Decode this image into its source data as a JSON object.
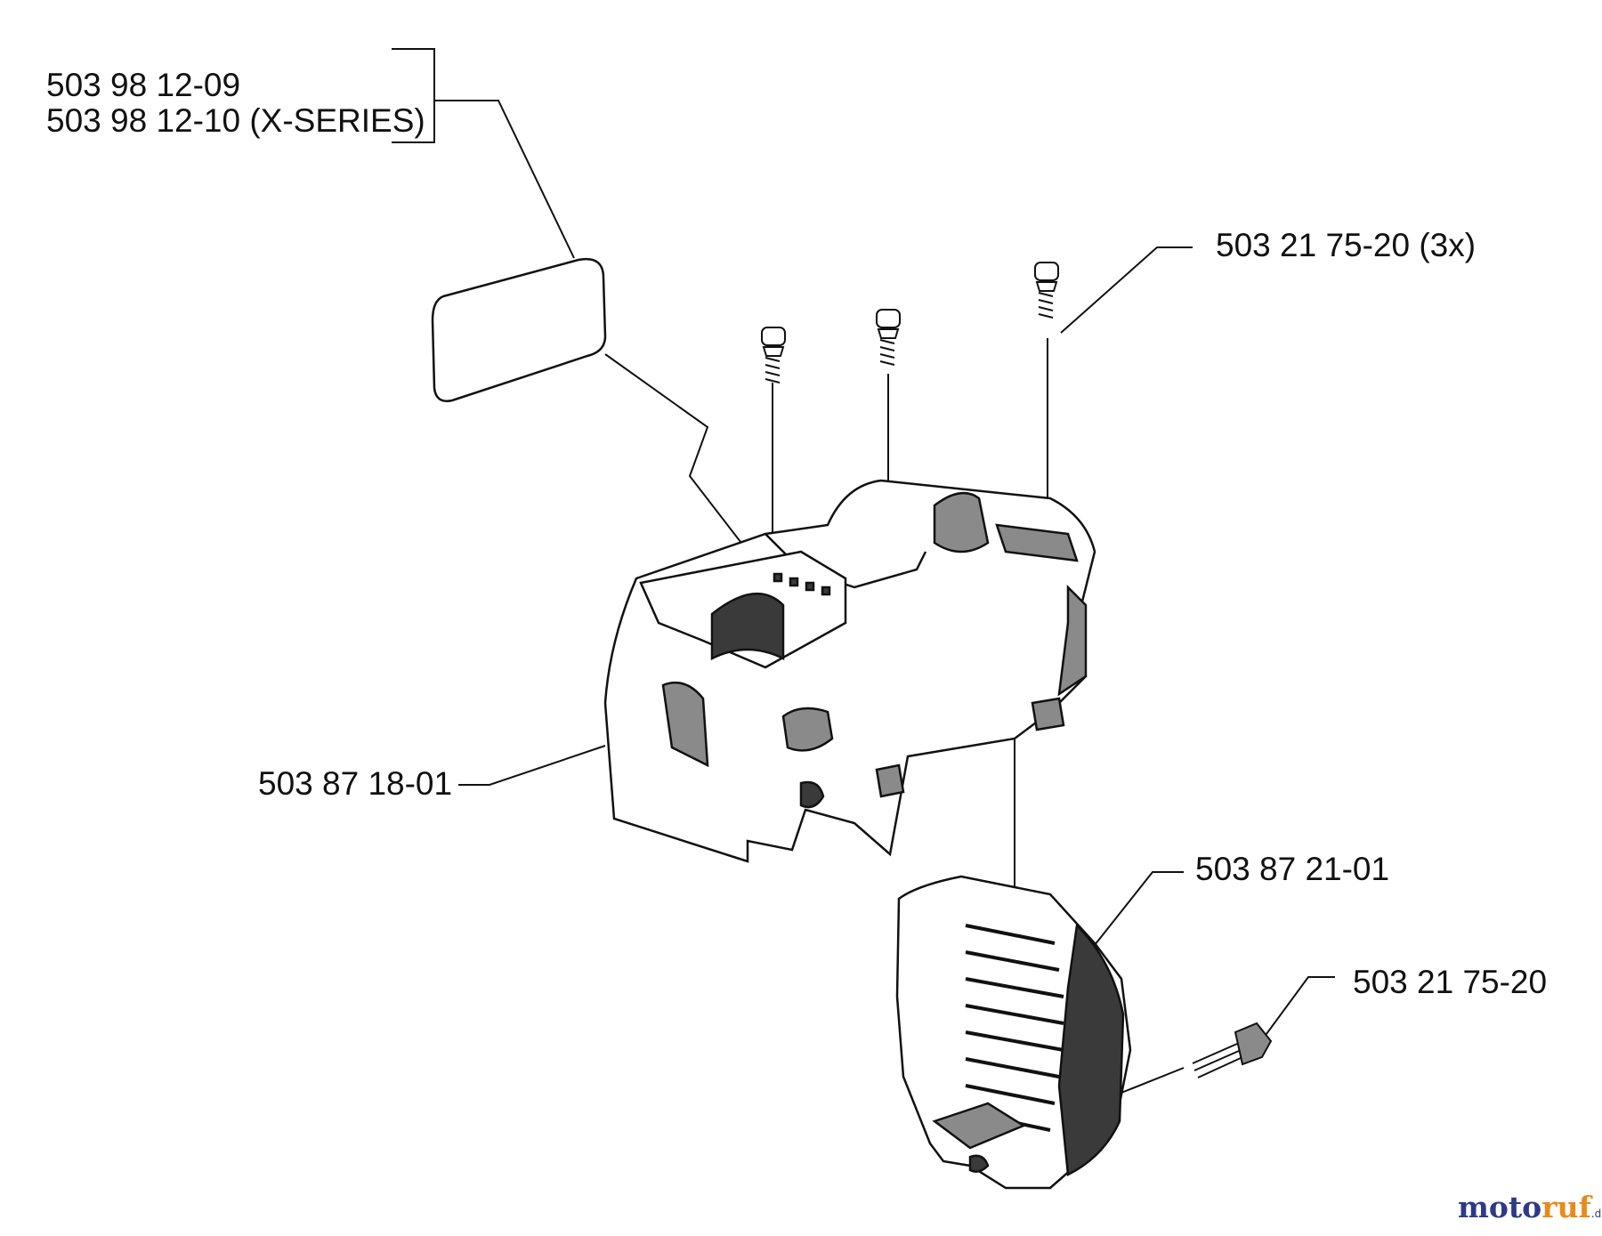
{
  "labels": {
    "label_1": "503 98 12-09",
    "label_2": "503 98 12-10 (X-SERIES)",
    "label_3": "503 21 75-20 (3x)",
    "label_4": "503 87 18-01",
    "label_5": "503 87 21-01",
    "label_6": "503 21 75-20"
  },
  "watermark": {
    "part1": "moto",
    "part2": "ruf",
    "part3": ".de"
  },
  "colors": {
    "line": "#111111",
    "fill_light": "#ffffff",
    "fill_mid": "#8a8a8a",
    "fill_dark": "#3a3a3a",
    "watermark_blue": "#2e3a86",
    "watermark_orange": "#e88a1c"
  }
}
